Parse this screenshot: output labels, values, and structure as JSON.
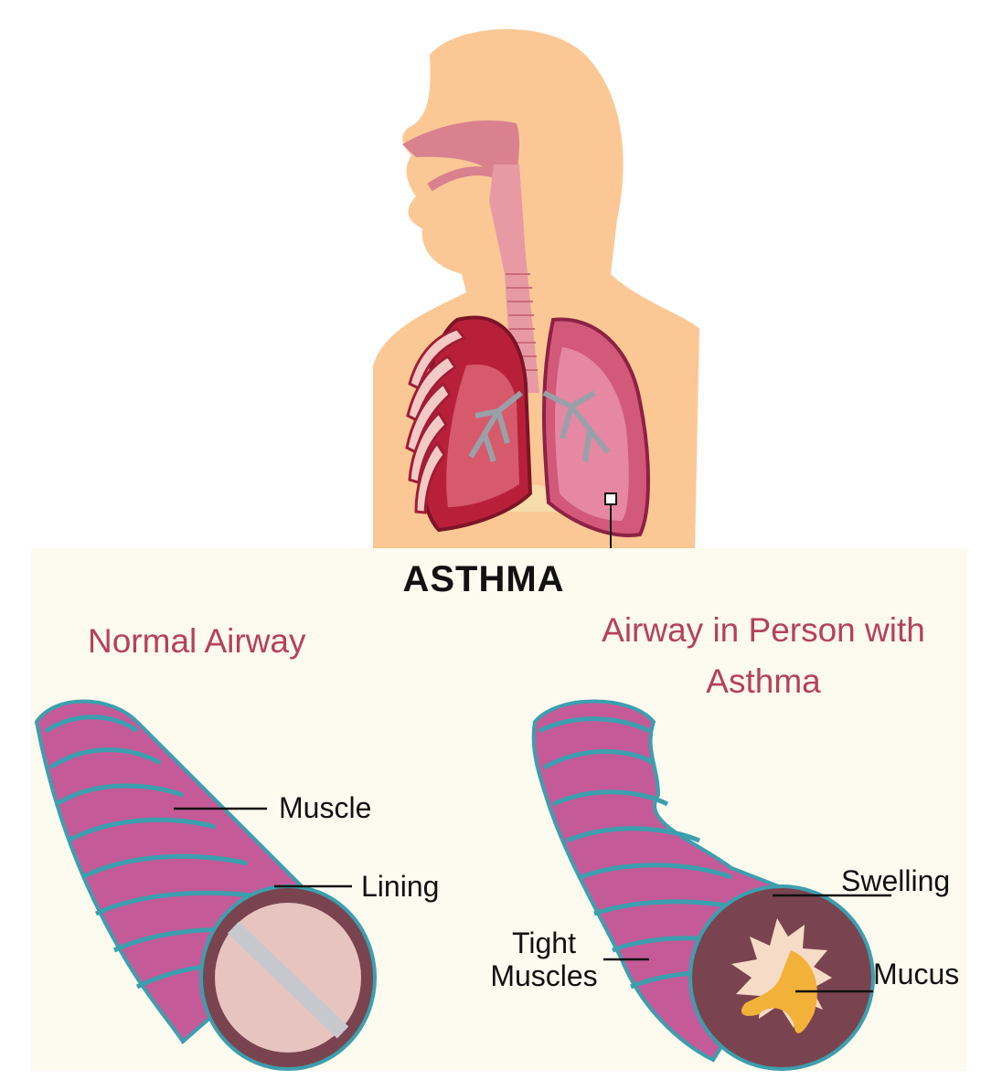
{
  "title": "ASTHMA",
  "left_heading": "Normal Airway",
  "right_heading": "Airway in Person with Asthma",
  "labels": {
    "muscle": "Muscle",
    "lining": "Lining",
    "swelling": "Swelling",
    "tight_line1": "Tight",
    "tight_line2": "Muscles",
    "mucus": "Mucus"
  },
  "colors": {
    "skin": "#fbc895",
    "airway_pink": "#c55a98",
    "airway_band": "#3b9fae",
    "airway_wall": "#7a4350",
    "lung_red": "#b8203a",
    "heading_red": "#b5415a",
    "panel_bg": "#fdfaef"
  }
}
